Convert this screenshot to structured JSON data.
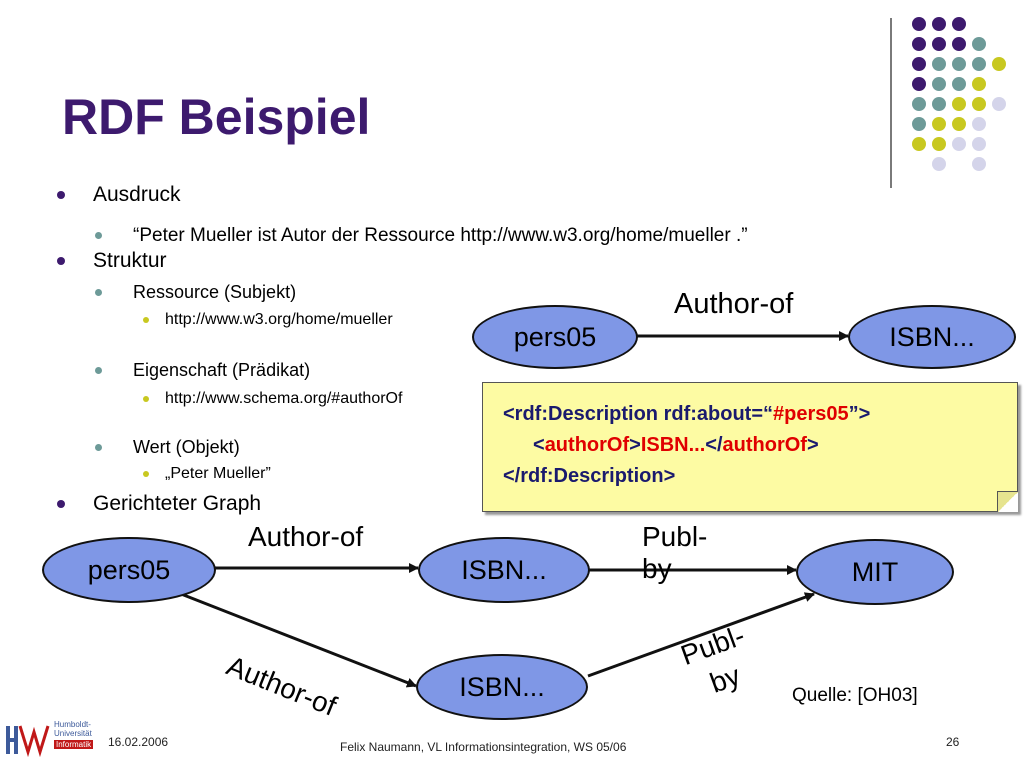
{
  "slide": {
    "title": "RDF Beispiel",
    "bullets": {
      "ausdruck": "Ausdruck",
      "ausdruck_sub": "“Peter Mueller ist Autor der Ressource http://www.w3.org/home/mueller .”",
      "struktur": "Struktur",
      "ressource": "Ressource (Subjekt)",
      "ressource_url": "http://www.w3.org/home/mueller",
      "eigenschaft": "Eigenschaft (Prädikat)",
      "eigenschaft_url": "http://www.schema.org/#authorOf",
      "wert": "Wert (Objekt)",
      "wert_val": "„Peter Mueller”",
      "graph": "Gerichteter Graph"
    },
    "top_graph": {
      "node_a": "pers05",
      "node_b": "ISBN...",
      "edge": "Author-of"
    },
    "code": {
      "line1_prefix": "<rdf:Description rdf:about=“",
      "line1_value": "#pers05",
      "line1_suffix": "”>",
      "line2_open": "<",
      "line2_tag": "authorOf",
      "line2_mid": ">",
      "line2_value": "ISBN...",
      "line2_close_open": "</",
      "line2_close_tag": "authorOf",
      "line2_close_end": ">",
      "line3": "</rdf:Description>"
    },
    "bottom_graph": {
      "pers": "pers05",
      "isbn1": "ISBN...",
      "mit": "MIT",
      "isbn2": "ISBN...",
      "edge1": "Author-of",
      "edge2_line1": "Publ-",
      "edge2_line2": "by",
      "edge3": "Author-of",
      "edge4_line1": "Publ-",
      "edge4_line2": "by"
    },
    "source": "Quelle: [OH03]",
    "footer": {
      "date": "16.02.2006",
      "center": "Felix Naumann, VL Informationsintegration, WS 05/06",
      "page": "26",
      "logo_line1": "Humboldt-",
      "logo_line2": "Universität",
      "logo_line3": "Informatik"
    },
    "colors": {
      "purple": "#3d1a6e",
      "teal": "#6d9a98",
      "yellow": "#c8c820",
      "lavender": "#d4d4ea",
      "node_fill": "#7f97e6",
      "code_bg": "#fdfba3"
    }
  }
}
